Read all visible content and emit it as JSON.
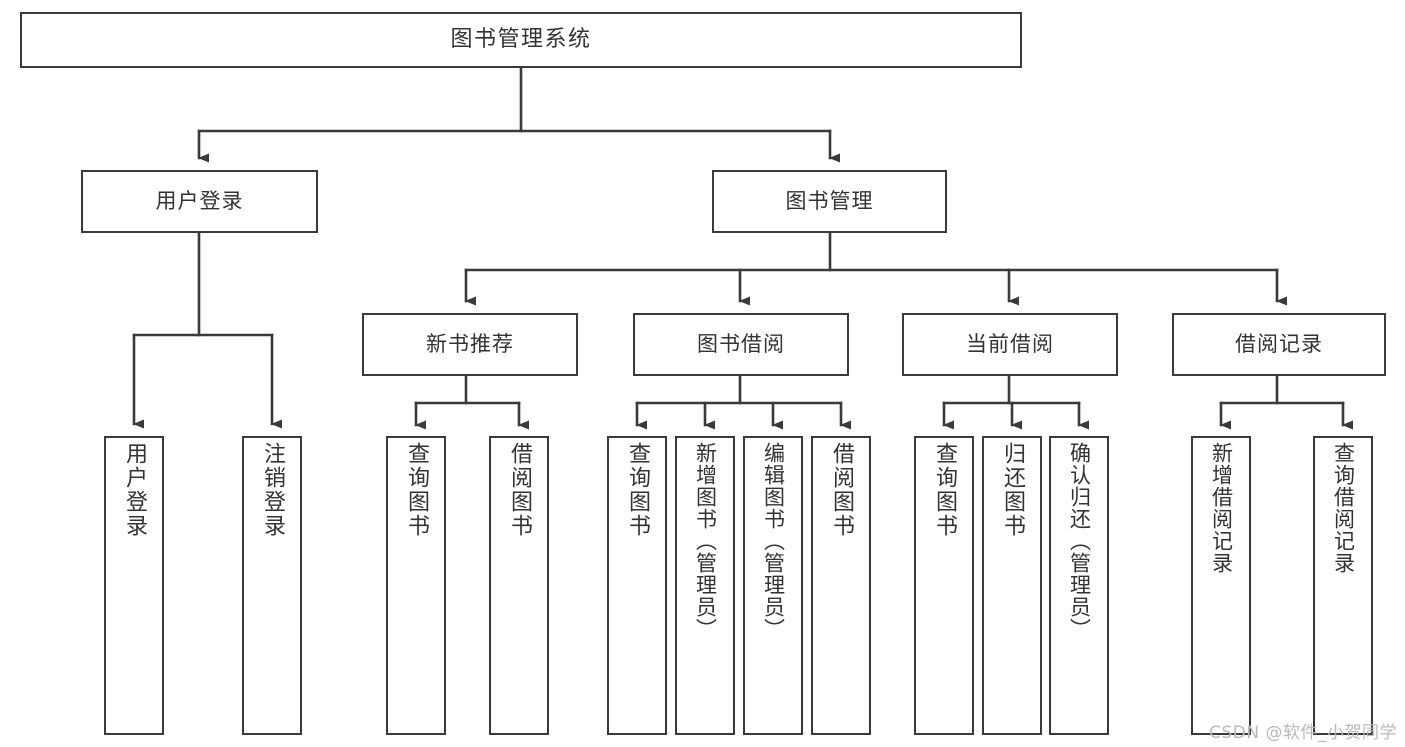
{
  "diagram": {
    "title": "图书管理系统",
    "type": "tree-hierarchy-chart",
    "colors": {
      "box_stroke": "#3a3a3a",
      "box_fill": "#ffffff",
      "edge_stroke": "#3a3a3a",
      "text": "#333333",
      "watermark": "#b9b9b9",
      "background": "#ffffff"
    },
    "watermark": "CSDN @软件_小贺同学"
  },
  "nodes": {
    "root": {
      "label": "图书管理系统"
    },
    "level1": [
      {
        "id": "user-login",
        "label": "用户登录"
      },
      {
        "id": "book-management",
        "label": "图书管理"
      }
    ],
    "level2": [
      {
        "id": "new-book-recommend",
        "label": "新书推荐"
      },
      {
        "id": "book-borrow",
        "label": "图书借阅"
      },
      {
        "id": "current-borrow",
        "label": "当前借阅"
      },
      {
        "id": "borrow-record",
        "label": "借阅记录"
      }
    ],
    "leaves": {
      "user_login": [
        {
          "id": "leaf-user-login",
          "label": "用户登录"
        },
        {
          "id": "leaf-user-logout",
          "label": "注销登录"
        }
      ],
      "new_book_recommend": [
        {
          "id": "leaf-query-book-1",
          "label": "查询图书"
        },
        {
          "id": "leaf-borrow-book-1",
          "label": "借阅图书"
        }
      ],
      "book_borrow": [
        {
          "id": "leaf-query-book-2",
          "label": "查询图书"
        },
        {
          "id": "leaf-add-book",
          "label": "新增图书（管理员）"
        },
        {
          "id": "leaf-edit-book",
          "label": "编辑图书（管理员）"
        },
        {
          "id": "leaf-borrow-book-2",
          "label": "借阅图书"
        }
      ],
      "current_borrow": [
        {
          "id": "leaf-query-book-3",
          "label": "查询图书"
        },
        {
          "id": "leaf-return-book",
          "label": "归还图书"
        },
        {
          "id": "leaf-confirm-return",
          "label": "确认归还（管理员）"
        }
      ],
      "borrow_record": [
        {
          "id": "leaf-add-record",
          "label": "新增借阅记录"
        },
        {
          "id": "leaf-query-record",
          "label": "查询借阅记录"
        }
      ]
    }
  }
}
